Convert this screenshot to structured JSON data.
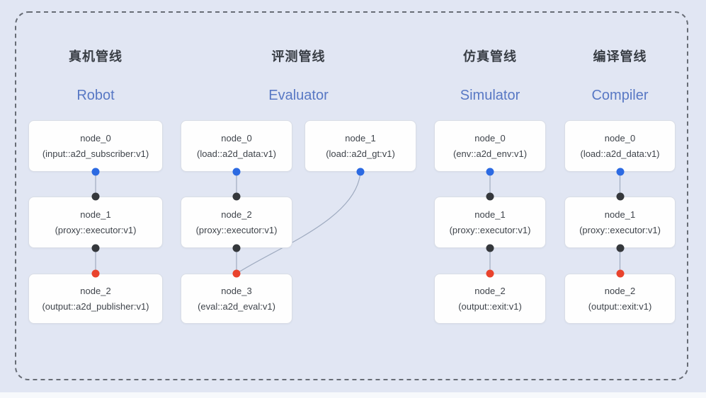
{
  "diagram": {
    "colors": {
      "background": "#e1e6f3",
      "frame_dash": "#676c75",
      "box_bg": "#fefefe",
      "box_border": "#d9dde6",
      "title_cn": "#383d44",
      "title_en": "#5878c4",
      "node_text": "#3f444b",
      "line": "#9fabc0"
    },
    "dot_colors": {
      "blue": "#2c6ae2",
      "dark": "#35383c",
      "red": "#e9432d"
    },
    "pipelines": [
      {
        "id": "robot",
        "title_cn": "真机管线",
        "title_en": "Robot",
        "nodes": [
          {
            "id": "node_0",
            "label": "node_0",
            "detail": "(input::a2d_subscriber:v1)",
            "col": 0,
            "row": 0,
            "top_dot": null,
            "bottom_dot": "blue"
          },
          {
            "id": "node_1",
            "label": "node_1",
            "detail": "(proxy::executor:v1)",
            "col": 0,
            "row": 1,
            "top_dot": "dark",
            "bottom_dot": "dark"
          },
          {
            "id": "node_2",
            "label": "node_2",
            "detail": "(output::a2d_publisher:v1)",
            "col": 0,
            "row": 2,
            "top_dot": "red",
            "bottom_dot": null
          }
        ],
        "edges": [
          {
            "from": 0,
            "to": 1,
            "style": "straight"
          },
          {
            "from": 1,
            "to": 2,
            "style": "straight"
          }
        ]
      },
      {
        "id": "evaluator",
        "title_cn": "评测管线",
        "title_en": "Evaluator",
        "nodes": [
          {
            "id": "node_0",
            "label": "node_0",
            "detail": "(load::a2d_data:v1)",
            "col": 0,
            "row": 0,
            "top_dot": null,
            "bottom_dot": "blue"
          },
          {
            "id": "node_1",
            "label": "node_1",
            "detail": "(load::a2d_gt:v1)",
            "col": 1,
            "row": 0,
            "top_dot": null,
            "bottom_dot": "blue"
          },
          {
            "id": "node_2",
            "label": "node_2",
            "detail": "(proxy::executor:v1)",
            "col": 0,
            "row": 1,
            "top_dot": "dark",
            "bottom_dot": "dark"
          },
          {
            "id": "node_3",
            "label": "node_3",
            "detail": "(eval::a2d_eval:v1)",
            "col": 0,
            "row": 2,
            "top_dot": "red",
            "bottom_dot": null
          }
        ],
        "edges": [
          {
            "from": 0,
            "to": 2,
            "style": "straight"
          },
          {
            "from": 2,
            "to": 3,
            "style": "straight"
          },
          {
            "from": 1,
            "to": 3,
            "style": "curve"
          }
        ]
      },
      {
        "id": "simulator",
        "title_cn": "仿真管线",
        "title_en": "Simulator",
        "nodes": [
          {
            "id": "node_0",
            "label": "node_0",
            "detail": "(env::a2d_env:v1)",
            "col": 0,
            "row": 0,
            "top_dot": null,
            "bottom_dot": "blue"
          },
          {
            "id": "node_1",
            "label": "node_1",
            "detail": "(proxy::executor:v1)",
            "col": 0,
            "row": 1,
            "top_dot": "dark",
            "bottom_dot": "dark"
          },
          {
            "id": "node_2",
            "label": "node_2",
            "detail": "(output::exit:v1)",
            "col": 0,
            "row": 2,
            "top_dot": "red",
            "bottom_dot": null
          }
        ],
        "edges": [
          {
            "from": 0,
            "to": 1,
            "style": "straight"
          },
          {
            "from": 1,
            "to": 2,
            "style": "straight"
          }
        ]
      },
      {
        "id": "compiler",
        "title_cn": "编译管线",
        "title_en": "Compiler",
        "nodes": [
          {
            "id": "node_0",
            "label": "node_0",
            "detail": "(load::a2d_data:v1)",
            "col": 0,
            "row": 0,
            "top_dot": null,
            "bottom_dot": "blue"
          },
          {
            "id": "node_1",
            "label": "node_1",
            "detail": "(proxy::executor:v1)",
            "col": 0,
            "row": 1,
            "top_dot": "dark",
            "bottom_dot": "dark"
          },
          {
            "id": "node_2",
            "label": "node_2",
            "detail": "(output::exit:v1)",
            "col": 0,
            "row": 2,
            "top_dot": "red",
            "bottom_dot": null
          }
        ],
        "edges": [
          {
            "from": 0,
            "to": 1,
            "style": "straight"
          },
          {
            "from": 1,
            "to": 2,
            "style": "straight"
          }
        ]
      }
    ]
  }
}
